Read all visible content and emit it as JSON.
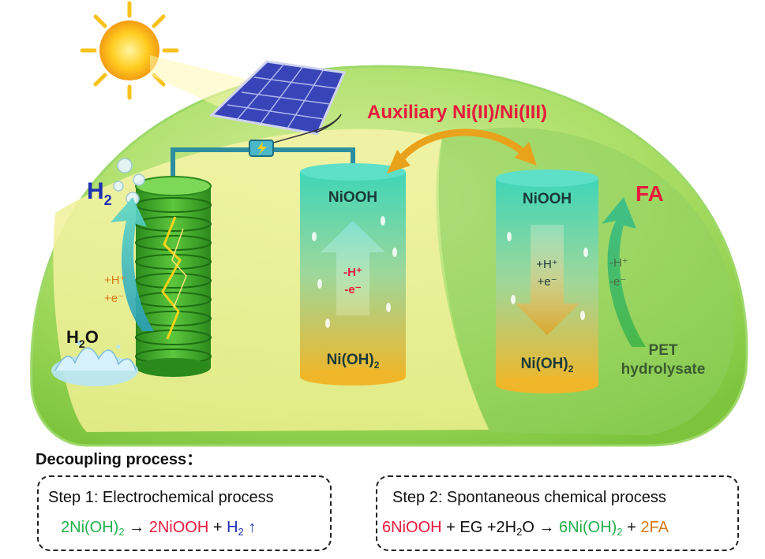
{
  "diagram": {
    "auxiliary_label": "Auxiliary Ni(II)/Ni(III)",
    "h2_label": "H",
    "h2_sub": "2",
    "h2o_label": "H",
    "h2o_sub": "2",
    "h2o_tail": "O",
    "cathode_h": "+H⁺",
    "cathode_e": "+e⁻",
    "cyl1_top": "NiOOH",
    "cyl1_bottom": "Ni(OH)",
    "cyl1_bottom_sub": "2",
    "cyl1_h": "-H⁺",
    "cyl1_e": "-e⁻",
    "cyl2_top": "NiOOH",
    "cyl2_bottom": "Ni(OH)",
    "cyl2_bottom_sub": "2",
    "cyl2_h": "+H⁺",
    "cyl2_e": "+e⁻",
    "fa_label": "FA",
    "right_h": "-H⁺",
    "right_e": "-e⁻",
    "pet_line1": "PET",
    "pet_line2": "hydrolysate",
    "colors": {
      "dome": "#8fd64a",
      "battery": "#3fae2a",
      "red": "#e8193c",
      "blue": "#1f2fb4",
      "orange": "#d77a16",
      "green": "#22b04b"
    }
  },
  "process": {
    "heading": "Decoupling process：",
    "step1": {
      "title": "Step 1: Electrochemical process",
      "eq": {
        "a": "2Ni(OH)",
        "a_sub": "2",
        "arrow": " → ",
        "b": "2NiOOH",
        "plus": " + ",
        "c": "H",
        "c_sub": "2",
        "up": "↑"
      }
    },
    "step2": {
      "title": "Step 2:  Spontaneous chemical process",
      "eq": {
        "a": "6NiOOH",
        "m1": " + EG +2H",
        "m1_sub": "2",
        "m2": "O → ",
        "b": "6Ni(OH)",
        "b_sub": "2",
        "plus": " + ",
        "c": "2FA"
      }
    }
  }
}
